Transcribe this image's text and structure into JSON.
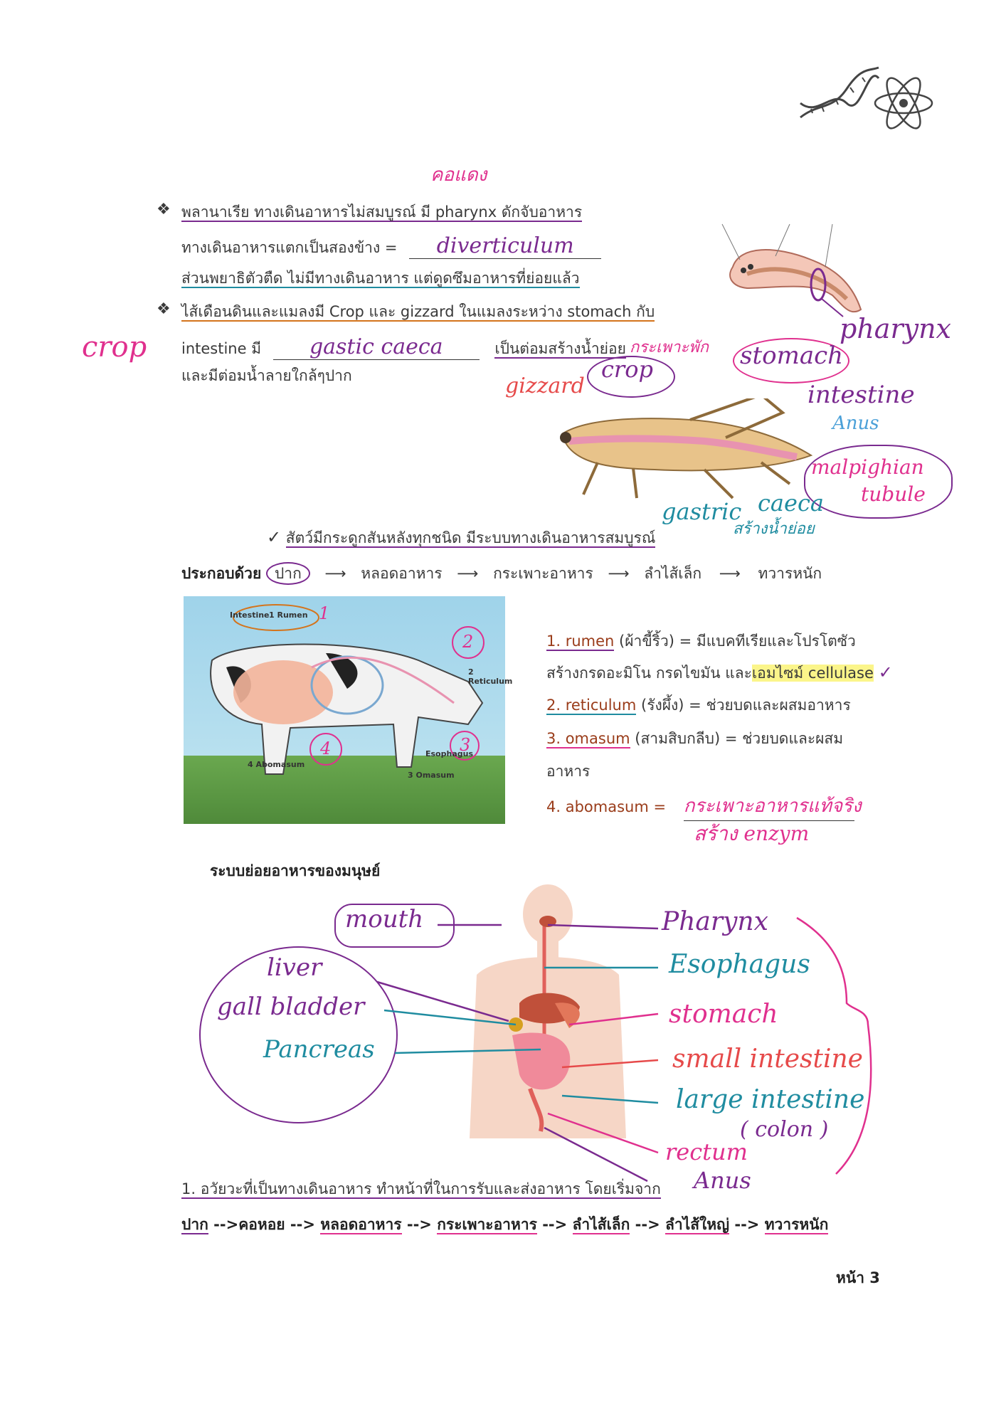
{
  "header_icons": {
    "dna": "dna-icon",
    "atom": "atom-icon"
  },
  "section_flatworm": {
    "heading_note": "คอแดง",
    "line1": "พลานาเรีย ทางเดินอาหารไม่สมบูรณ์ มี pharynx ดักจับอาหาร",
    "line2_label": "ทางเดินอาหารแตกเป็นสองข้าง =",
    "line2_answer": "diverticulum",
    "line3": "ส่วนพยาธิตัวตืด ไม่มีทางเดินอาหาร แต่ดูดซึมอาหารที่ย่อยแล้ว",
    "diagram_label": "pharynx"
  },
  "section_insect": {
    "margin_note": "crop",
    "line1": "ไส้เดือนดินและแมลงมี Crop และ gizzard ในแมลงระหว่าง stomach กับ",
    "line2_prefix": "intestine มี",
    "line2_answer": "gastic caeca",
    "line2_suffix": "เป็นต่อมสร้างน้ำย่อย",
    "line3": "และมีต่อมน้ำลายใกล้ๆปาก",
    "labels": {
      "crop_thai": "กระเพาะพัก",
      "crop": "crop",
      "gizzard": "gizzard",
      "stomach": "stomach",
      "intestine": "intestine",
      "anus": "Anus",
      "malpighian": "malpighian",
      "tubule": "tubule",
      "gastric": "gastric",
      "caeca": "caeca",
      "caeca_note": "สร้างน้ำย่อย"
    }
  },
  "section_vertebrate": {
    "statement": "สัตว์มีกระดูกสันหลังทุกชนิด มีระบบทางเดินอาหารสมบูรณ์",
    "flow_label": "ประกอบด้วย",
    "flow": [
      "ปาก",
      "หลอดอาหาร",
      "กระเพาะอาหาร",
      "ลำไส้เล็ก",
      "ทวารหนัก"
    ]
  },
  "cow_diagram": {
    "labels": {
      "intestine": "Intestine",
      "rumen": "1 Rumen",
      "reticulum": "2 Reticulum",
      "esophagus": "Esophagus",
      "abomasum": "4 Abomasum",
      "omasum": "3 Omasum"
    },
    "hand_numbers": [
      "1",
      "2",
      "3",
      "4"
    ]
  },
  "ruminant_notes": {
    "item1_name": "1. rumen",
    "item1_thai": "(ผ้าขี้ริ้ว) = มีแบคทีเรียและโปรโตซัว",
    "item1_cont_a": "สร้างกรดอะมิโน กรดไขมัน และ",
    "item1_cont_b": "เอมไซม์ cellulase",
    "item2_name": "2. reticulum",
    "item2_thai": "(รังผึ้ง) = ช่วยบดและผสมอาหาร",
    "item3_name": "3. omasum",
    "item3_thai": "(สามสิบกลีบ) = ช่วยบดและผสม",
    "item3_cont": "อาหาร",
    "item4_name": "4. abomasum =",
    "item4_answer1": "กระเพาะอาหารแท้จริง",
    "item4_answer2": "สร้าง enzym"
  },
  "human_section": {
    "title": "ระบบย่อยอาหารของมนุษย์",
    "left_labels": {
      "mouth": "mouth",
      "liver": "liver",
      "gall": "gall bladder",
      "pancreas": "Pancreas"
    },
    "right_labels": {
      "pharynx": "Pharynx",
      "esophagus": "Esophagus",
      "stomach": "stomach",
      "small": "small intestine",
      "large": "large intestine",
      "colon": "( colon )",
      "rectum": "rectum",
      "anus": "Anus"
    }
  },
  "footer_text": {
    "item1": "1. อวัยวะที่เป็นทางเดินอาหาร ทำหน้าที่ในการรับและส่งอาหาร โดยเริ่มจาก",
    "path": [
      "ปาก",
      "คอหอย",
      "หลอดอาหาร",
      "กระเพาะอาหาร",
      "ลำไส้เล็ก",
      "ลำไส้ใหญ่",
      "ทวารหนัก"
    ],
    "path_arrows": [
      "-->",
      "-->",
      "-->",
      "-->",
      "-->",
      "-->"
    ],
    "page_number": "หน้า 3"
  }
}
